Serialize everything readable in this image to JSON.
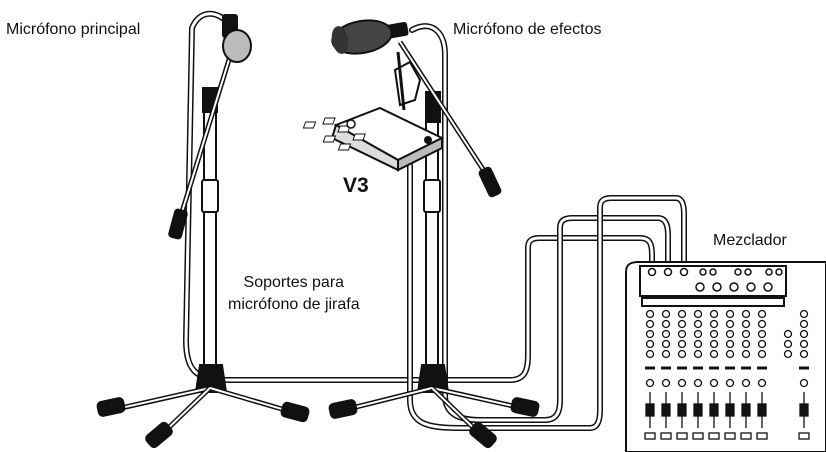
{
  "labels": {
    "main_mic": "Micrófono principal",
    "effects_mic": "Micrófono de efectos",
    "device": "V3",
    "mixer": "Mezclador",
    "stands_line1": "Soportes para",
    "stands_line2": "micrófono de jirafa"
  }
}
